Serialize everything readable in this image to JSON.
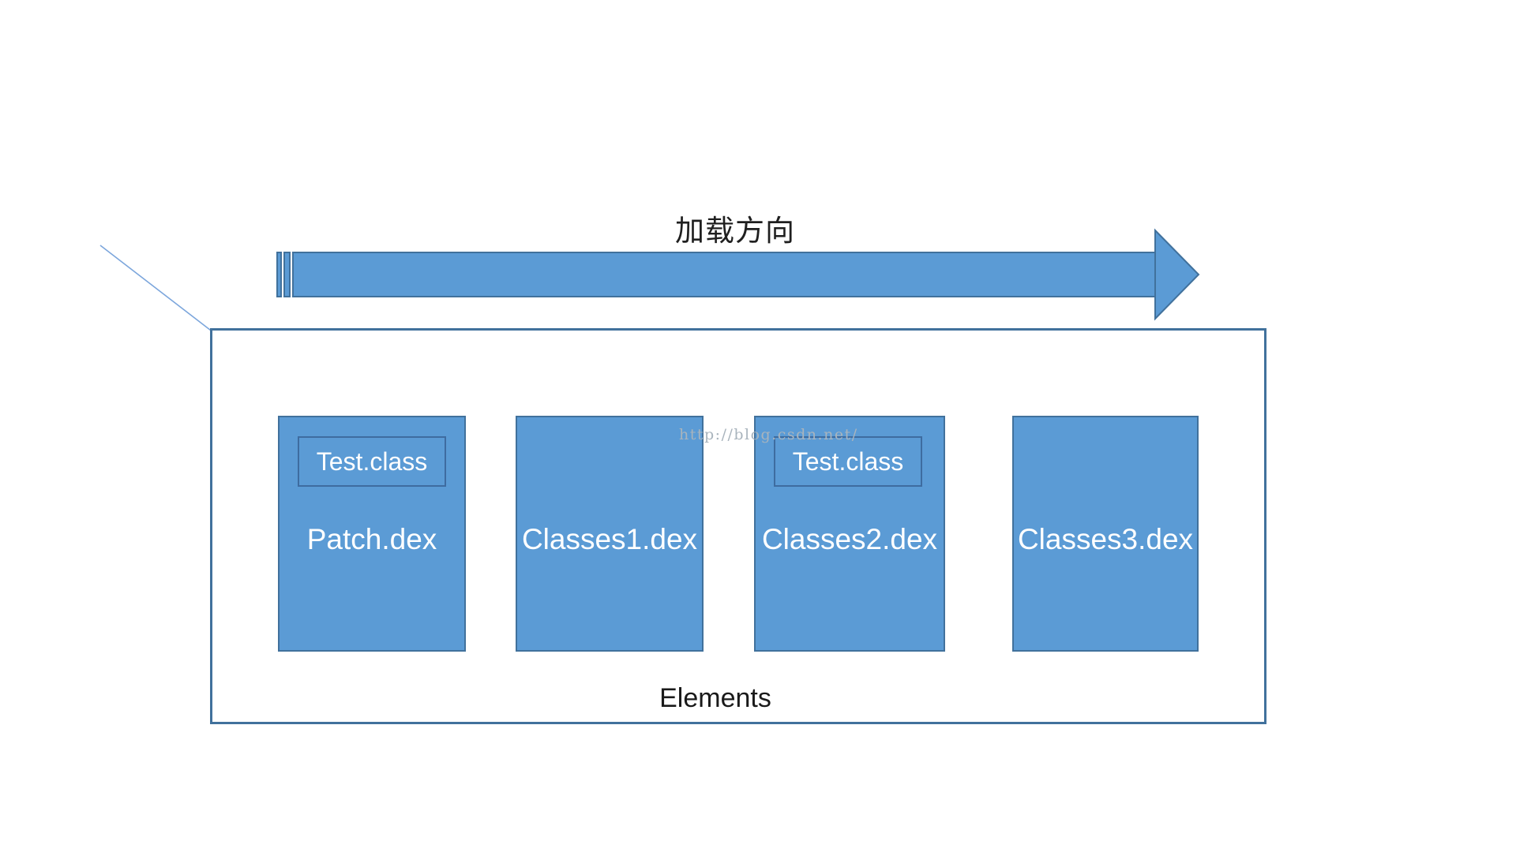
{
  "diagram": {
    "direction_label": "加载方向",
    "container_label": "Elements",
    "watermark": "http://blog.csdn.net/",
    "boxes": [
      {
        "label": "Patch.dex",
        "inner": "Test.class"
      },
      {
        "label": "Classes1.dex"
      },
      {
        "label": "Classes2.dex",
        "inner": "Test.class"
      },
      {
        "label": "Classes3.dex"
      }
    ],
    "colors": {
      "box_fill": "#5B9BD5",
      "box_border": "#41719C",
      "container_border": "#41719C",
      "inner_box_border": "#3E6CA0",
      "thin_arrow": "#7CA6DC",
      "text_dark": "#1F1F1F",
      "text_light": "#FFFFFF",
      "watermark": "#A9B4BD"
    }
  }
}
